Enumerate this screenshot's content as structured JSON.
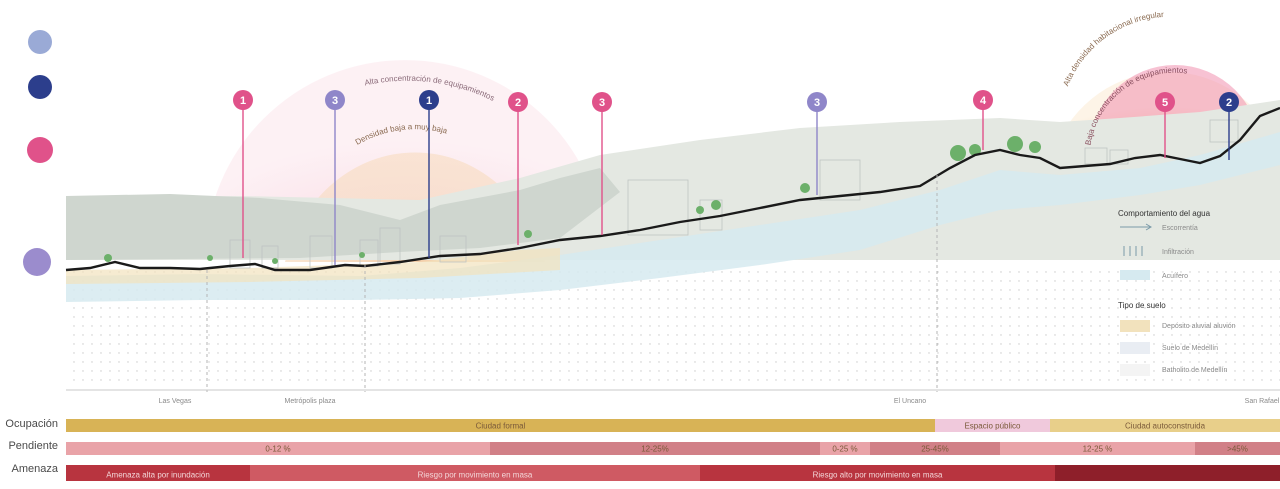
{
  "colors": {
    "pink": "#e0528a",
    "navy": "#2c3e8c",
    "lavender": "#8f86c9",
    "threat_high": "#b8343f",
    "threat_medium": "#cf5a63",
    "threat_very_high": "#8e1f2a",
    "ocupacion_formal": "#d8b356",
    "ocupacion_publico": "#f0c9dc",
    "ocupacion_autoconstruida": "#e8cf8a",
    "pendiente_light": "#e9a3a8",
    "pendiente_dark": "#d18087",
    "terrain": "#1a1a1a",
    "aquifer": "#cfe6ee"
  },
  "arcs": [
    {
      "label": "Alta concentración de equipamientos"
    },
    {
      "label": "Densidad baja a muy baja"
    },
    {
      "label": "Alta densidad habitacional irregular"
    },
    {
      "label": "Baja concentración de equipamientos"
    }
  ],
  "markers": [
    {
      "number": "1",
      "color": "pink"
    },
    {
      "number": "3",
      "color": "lavender"
    },
    {
      "number": "1",
      "color": "navy"
    },
    {
      "number": "2",
      "color": "pink"
    },
    {
      "number": "3",
      "color": "pink"
    },
    {
      "number": "3",
      "color": "lavender"
    },
    {
      "number": "4",
      "color": "pink"
    },
    {
      "number": "5",
      "color": "pink"
    },
    {
      "number": "2",
      "color": "navy"
    }
  ],
  "bottom_places": [
    {
      "label": "Las Vegas"
    },
    {
      "label": "Metrópolis plaza"
    },
    {
      "label": "El Uncano"
    },
    {
      "label": "San Rafael"
    }
  ],
  "legend": {
    "title_water": "Comportamiento del agua",
    "water_items": [
      {
        "label": "Escorrentía",
        "icon": "arrow-icon"
      },
      {
        "label": "Infiltración",
        "icon": "infiltration-icon"
      },
      {
        "label": "Acuífero",
        "icon": "aquifer-icon"
      }
    ],
    "title_soil": "Tipo de suelo",
    "soil_items": [
      {
        "label": "Depósito aluvial aluvión",
        "icon": "alluvial-swatch"
      },
      {
        "label": "Suelo de Medellín",
        "icon": "medellin-soil-swatch"
      },
      {
        "label": "Batholito de Medellín",
        "icon": "batholith-swatch"
      }
    ]
  },
  "rows": [
    {
      "label": "Ocupación",
      "segments": [
        {
          "label": "Ciudad formal",
          "color": "ocupacion_formal"
        },
        {
          "label": "Espacio público",
          "color": "ocupacion_publico"
        },
        {
          "label": "Ciudad autoconstruida",
          "color": "ocupacion_autoconstruida"
        }
      ]
    },
    {
      "label": "Pendiente",
      "segments": [
        {
          "label": "0-12 %",
          "color": "pendiente_light"
        },
        {
          "label": "12-25%",
          "color": "pendiente_dark"
        },
        {
          "label": "0-25 %",
          "color": "pendiente_light"
        },
        {
          "label": "25-45%",
          "color": "pendiente_dark"
        },
        {
          "label": "12-25 %",
          "color": "pendiente_light"
        },
        {
          "label": ">45%",
          "color": "pendiente_dark"
        }
      ]
    },
    {
      "label": "Amenaza",
      "segments": [
        {
          "label": "Amenaza alta por inundación",
          "color": "threat_high"
        },
        {
          "label": "Riesgo por movimiento en masa",
          "color": "threat_medium"
        },
        {
          "label": "Riesgo alto por movimiento en masa",
          "color": "threat_high"
        },
        {
          "label": "",
          "color": "threat_very_high"
        }
      ]
    }
  ]
}
